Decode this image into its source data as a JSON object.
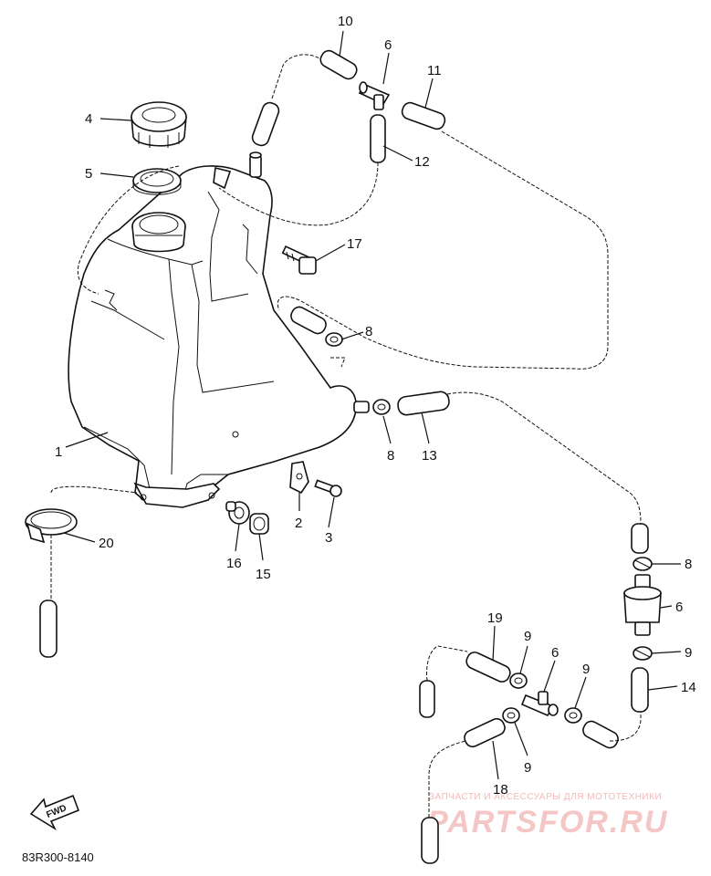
{
  "diagram_code": "83R300-8140",
  "forward_label": "FWD",
  "watermark": {
    "tagline": "ЗАПЧАСТИ И АКСЕССУАРЫ ДЛЯ МОТОТЕХНИКИ",
    "site": "PARTSFOR.RU"
  },
  "callouts": [
    {
      "id": "n1",
      "label": "1"
    },
    {
      "id": "n2",
      "label": "2"
    },
    {
      "id": "n3",
      "label": "3"
    },
    {
      "id": "n4",
      "label": "4"
    },
    {
      "id": "n5",
      "label": "5"
    },
    {
      "id": "n6a",
      "label": "6"
    },
    {
      "id": "n6b",
      "label": "6"
    },
    {
      "id": "n7",
      "label": "7"
    },
    {
      "id": "n8a",
      "label": "8"
    },
    {
      "id": "n8b",
      "label": "8"
    },
    {
      "id": "n8c",
      "label": "8"
    },
    {
      "id": "n9a",
      "label": "9"
    },
    {
      "id": "n9b",
      "label": "9"
    },
    {
      "id": "n9c",
      "label": "9"
    },
    {
      "id": "n9d",
      "label": "9"
    },
    {
      "id": "n10",
      "label": "10"
    },
    {
      "id": "n11",
      "label": "11"
    },
    {
      "id": "n12",
      "label": "12"
    },
    {
      "id": "n13",
      "label": "13"
    },
    {
      "id": "n14",
      "label": "14"
    },
    {
      "id": "n15",
      "label": "15"
    },
    {
      "id": "n16",
      "label": "16"
    },
    {
      "id": "n17",
      "label": "17"
    },
    {
      "id": "n18",
      "label": "18"
    },
    {
      "id": "n19",
      "label": "19"
    },
    {
      "id": "n20",
      "label": "20"
    }
  ]
}
